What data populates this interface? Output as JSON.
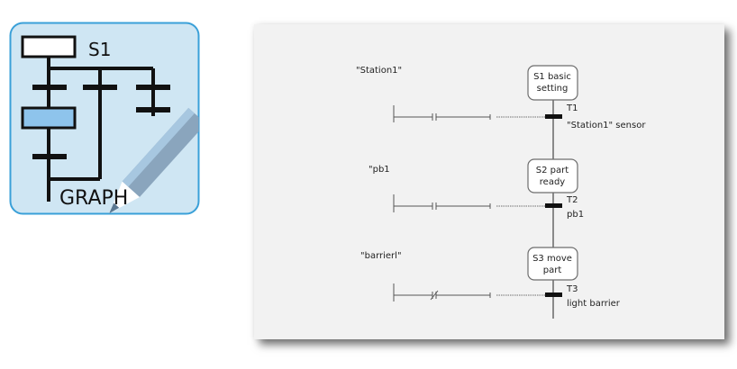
{
  "icon": {
    "step_label": "S1",
    "caption": "GRAPH",
    "bg_color": "#cfe6f3",
    "border_color": "#3aa0d8",
    "active_step_color": "#8ec4ec"
  },
  "sequence": [
    {
      "variable": "\"Station1\"",
      "step": {
        "line1": "S1 basic",
        "line2": "setting"
      },
      "transition": {
        "id": "T1",
        "condition": "\"Station1\" sensor"
      }
    },
    {
      "variable": "\"pb1",
      "step": {
        "line1": "S2 part",
        "line2": "ready"
      },
      "transition": {
        "id": "T2",
        "condition": "pb1"
      }
    },
    {
      "variable": "\"barrierl\"",
      "step": {
        "line1": "S3 move",
        "line2": "part"
      },
      "transition": {
        "id": "T3",
        "condition": "light barrier"
      }
    }
  ]
}
